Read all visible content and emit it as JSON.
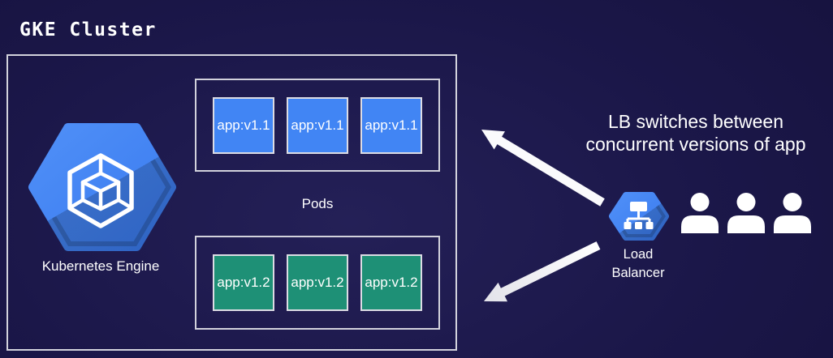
{
  "title": "GKE Cluster",
  "cluster": {
    "kubernetes_engine_label": "Kubernetes Engine",
    "pods_label": "Pods",
    "pod_rows": [
      {
        "version": "v1.1",
        "pods": [
          "app:v1.1",
          "app:v1.1",
          "app:v1.1"
        ]
      },
      {
        "version": "v1.2",
        "pods": [
          "app:v1.2",
          "app:v1.2",
          "app:v1.2"
        ]
      }
    ]
  },
  "annotation": {
    "line1": "LB switches between",
    "line2": "concurrent versions of app"
  },
  "load_balancer": {
    "label_line1": "Load",
    "label_line2": "Balancer"
  },
  "users": {
    "count": 3
  },
  "colors": {
    "pod_v11": "#4185f4",
    "pod_v12": "#1e9076",
    "hexagon_blue": "#4285f4",
    "box_border": "#d2d2dc",
    "text": "#ffffff",
    "arrow": "#fafafc"
  }
}
